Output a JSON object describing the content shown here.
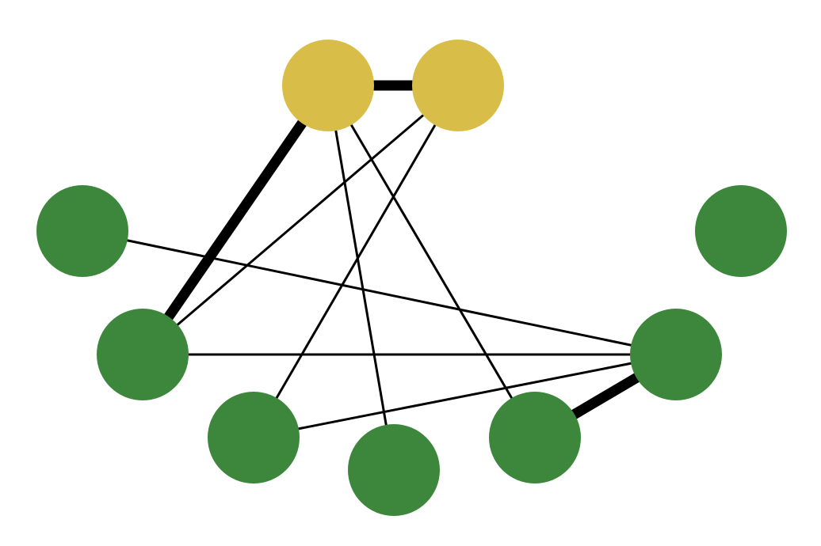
{
  "colors": {
    "background": "#ffffff",
    "edge": "#000000",
    "group_yellow": "#d8bd48",
    "group_green": "#3c873c"
  },
  "nodes": [
    {
      "id": "y1",
      "group": "yellow"
    },
    {
      "id": "y2",
      "group": "yellow"
    },
    {
      "id": "g1",
      "group": "green"
    },
    {
      "id": "g2",
      "group": "green"
    },
    {
      "id": "g3",
      "group": "green"
    },
    {
      "id": "g4",
      "group": "green"
    },
    {
      "id": "g5",
      "group": "green"
    },
    {
      "id": "g6",
      "group": "green"
    },
    {
      "id": "g7",
      "group": "green"
    },
    {
      "id": "g8",
      "group": "green"
    }
  ],
  "edges": [
    {
      "source": "y1",
      "target": "y2",
      "weight": "heavy"
    },
    {
      "source": "y1",
      "target": "g2",
      "weight": "heavy"
    },
    {
      "source": "y1",
      "target": "g5",
      "weight": "light"
    },
    {
      "source": "y1",
      "target": "g6",
      "weight": "light"
    },
    {
      "source": "y2",
      "target": "g2",
      "weight": "light"
    },
    {
      "source": "y2",
      "target": "g4",
      "weight": "light"
    },
    {
      "source": "g1",
      "target": "g7",
      "weight": "light"
    },
    {
      "source": "g2",
      "target": "g7",
      "weight": "light"
    },
    {
      "source": "g4",
      "target": "g7",
      "weight": "light"
    },
    {
      "source": "g6",
      "target": "g7",
      "weight": "heavy"
    }
  ]
}
